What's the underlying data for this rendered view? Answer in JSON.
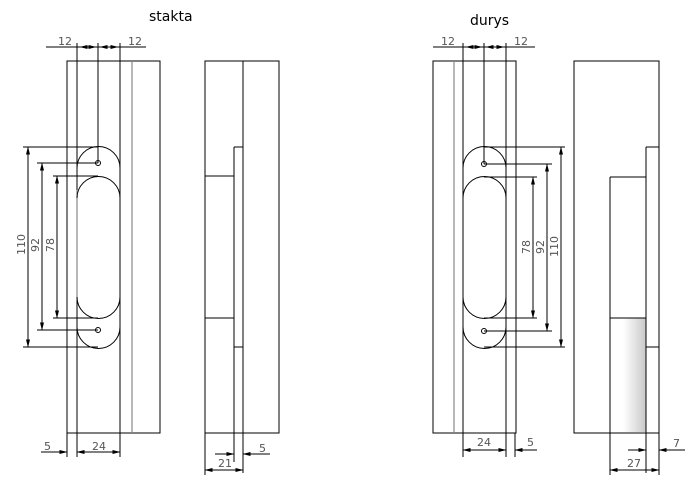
{
  "titles": {
    "left": "stakta",
    "right": "durys"
  },
  "stakta": {
    "top_left": "12",
    "top_right": "12",
    "height_110": "110",
    "height_92": "92",
    "height_78": "78",
    "bottom_5": "5",
    "bottom_24": "24",
    "side_5": "5",
    "side_21": "21"
  },
  "durys": {
    "top_left": "12",
    "top_right": "12",
    "height_78": "78",
    "height_92": "92",
    "height_110": "110",
    "bottom_24": "24",
    "bottom_5": "5",
    "side_7": "7",
    "side_27": "27"
  }
}
